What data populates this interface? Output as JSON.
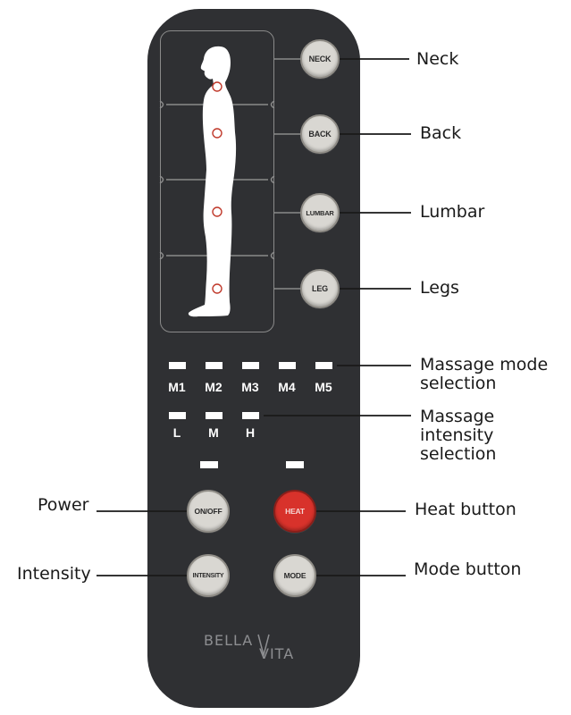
{
  "remote": {
    "zone_buttons": {
      "neck": "NECK",
      "back": "BACK",
      "lumbar": "LUMBAR",
      "leg": "LEG"
    },
    "mode_labels": [
      "M1",
      "M2",
      "M3",
      "M4",
      "M5"
    ],
    "intensity_labels": [
      "L",
      "M",
      "H"
    ],
    "control_buttons": {
      "on_off": "ON/OFF",
      "heat": "HEAT",
      "intensity": "INTENSITY",
      "mode": "MODE"
    },
    "logo": {
      "part1": "BELLA",
      "part2": "VITA"
    }
  },
  "callouts": {
    "neck": "Neck",
    "back": "Back",
    "lumbar": "Lumbar",
    "legs": "Legs",
    "massage_mode": [
      "Massage mode",
      "selection"
    ],
    "massage_intensity": [
      "Massage intensity",
      "selection"
    ],
    "power": "Power",
    "intensity": "Intensity",
    "heat_button": "Heat button",
    "mode_button": "Mode button"
  },
  "colors": {
    "remote_body": "#2f3033",
    "button_face": "#d9d7d2",
    "heat_button": "#d8322b",
    "indicator_led": "#ffffff",
    "zone_marker": "#c0392b"
  }
}
